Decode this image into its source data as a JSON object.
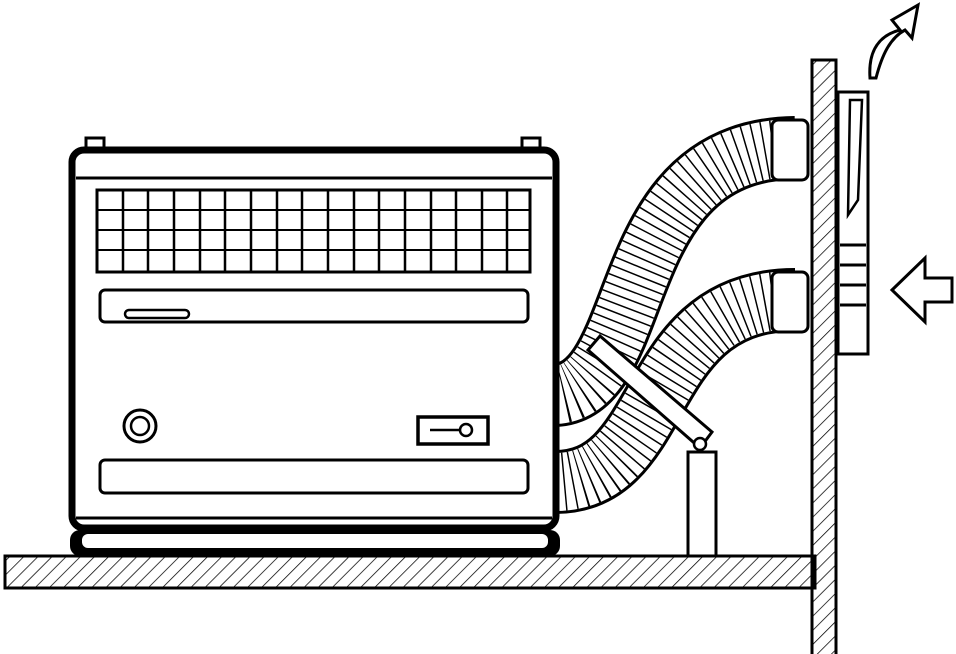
{
  "colors": {
    "line": "#000000",
    "background": "#ffffff"
  },
  "icons": [
    "heater-unit",
    "flue-duct-upper",
    "flue-duct-lower",
    "wall-terminal",
    "exhaust-arrow-icon",
    "intake-arrow-icon"
  ]
}
